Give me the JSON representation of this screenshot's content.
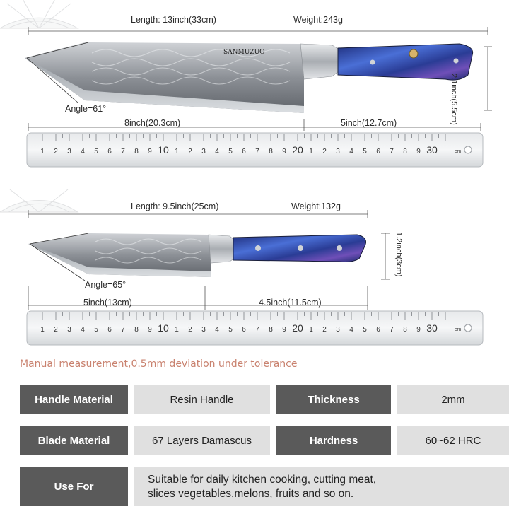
{
  "knife_large": {
    "length": "Length: 13inch(33cm)",
    "weight": "Weight:243g",
    "angle": "Angle=61°",
    "blade_len": "8inch(20.3cm)",
    "handle_len": "5inch(12.7cm)",
    "height": "2.1inch(5.5cm)",
    "brand": "SANMUZUO"
  },
  "knife_small": {
    "length": "Length: 9.5inch(25cm)",
    "weight": "Weight:132g",
    "angle": "Angle=65°",
    "blade_len": "5inch(13cm)",
    "handle_len": "4.5inch(11.5cm)",
    "height": "1.2inch(3cm)"
  },
  "ruler": {
    "ticks": [
      "1",
      "2",
      "3",
      "4",
      "5",
      "6",
      "7",
      "8",
      "9",
      "10",
      "1",
      "2",
      "3",
      "4",
      "5",
      "6",
      "7",
      "8",
      "9",
      "20",
      "1",
      "2",
      "3",
      "4",
      "5",
      "6",
      "7",
      "8",
      "9",
      "30"
    ],
    "unit": "cm"
  },
  "note": "Manual measurement,0.5mm deviation under tolerance",
  "specs": {
    "handle_material_label": "Handle Material",
    "handle_material_value": "Resin Handle",
    "thickness_label": "Thickness",
    "thickness_value": "2mm",
    "blade_material_label": "Blade Material",
    "blade_material_value": "67 Layers Damascus",
    "hardness_label": "Hardness",
    "hardness_value": "60~62 HRC",
    "use_label": "Use For",
    "use_line1": "Suitable for daily kitchen cooking, cutting meat,",
    "use_line2": "slices vegetables,melons, fruits and so on."
  },
  "colors": {
    "dark_cell": "#5a5a5a",
    "light_cell": "#e0e0e0",
    "note": "#c9826f",
    "handle_blue": "#2b3f9a"
  }
}
